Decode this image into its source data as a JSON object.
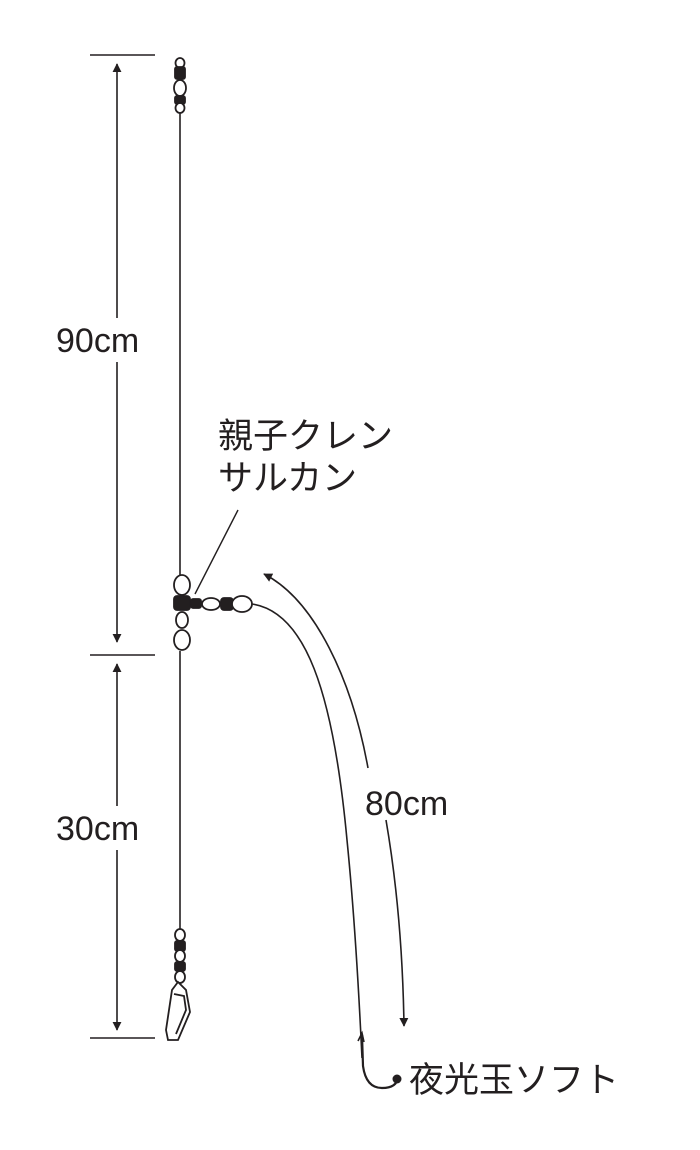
{
  "dimensions": {
    "upper": "90cm",
    "lower": "30cm",
    "branch": "80cm"
  },
  "labels": {
    "swivel_line1": "親子クレン",
    "swivel_line2": "サルカン",
    "hook": "夜光玉ソフト"
  },
  "colors": {
    "ink": "#231f20",
    "paper": "#ffffff"
  }
}
